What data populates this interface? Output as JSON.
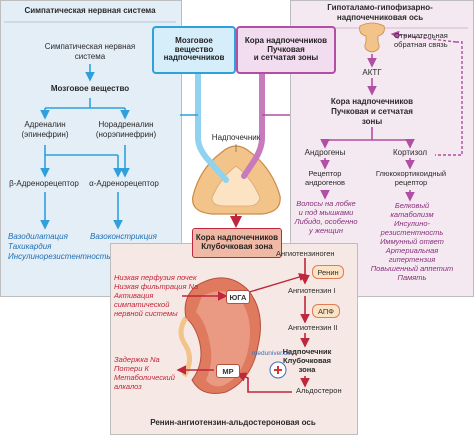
{
  "sympathetic": {
    "header": "Симпатическая нервная система",
    "source_line1": "Симпатическая нервная",
    "source_line2": "система",
    "medulla": "Мозговое вещество",
    "adrenaline_line1": "Адреналин",
    "adrenaline_line2": "(эпинефрин)",
    "noradrenaline_line1": "Норадреналин",
    "noradrenaline_line2": "(норэпинефрин)",
    "beta_receptor": "β-Адренорецептор",
    "alpha_receptor": "α-Адренорецептор",
    "effect_beta_line1": "Вазодилатация",
    "effect_beta_line2": "Тахикардия",
    "effect_beta_line3": "Инсулинорезистентность",
    "effect_alpha": "Вазоконстрикция"
  },
  "center": {
    "medulla_box_line1": "Мозговое",
    "medulla_box_line2": "вещество",
    "medulla_box_line3": "надпочечников",
    "cortex_box_line1": "Кора надпочечников",
    "cortex_box_line2": "Пучковая",
    "cortex_box_line3": "и сетчатая зоны",
    "adrenal_label": "Надпочечник",
    "glom_box_line1": "Кора надпочечников",
    "glom_box_line2": "Клубочковая зона"
  },
  "hpa": {
    "header_line1": "Гипоталамо-гипофизарно-",
    "header_line2": "надпочечниковая ось",
    "feedback_line1": "Отрицательная",
    "feedback_line2": "обратная связь",
    "acth": "АКТГ",
    "cortex_line1": "Кора надпочечников",
    "cortex_line2": "Пучковая и сетчатая",
    "cortex_line3": "зоны",
    "androgens": "Андрогены",
    "cortisol": "Кортизол",
    "androgen_receptor_line1": "Рецептор",
    "androgen_receptor_line2": "андрогенов",
    "gluco_receptor_line1": "Глюкокортикоидный",
    "gluco_receptor_line2": "рецептор",
    "androgen_effects_line1": "Волосы на лобке",
    "androgen_effects_line2": "и под мышками",
    "androgen_effects_line3": "Либидо, особенно",
    "androgen_effects_line4": "у женщин",
    "cortisol_effects": [
      "Белковый",
      "катаболизм",
      "Инсулино-",
      "резистентность",
      "Иммунный ответ",
      "Артериальная",
      "гипертензия",
      "Повышенный аппетит",
      "Память"
    ]
  },
  "raas": {
    "angiotensinogen": "Ангиотензиноген",
    "renin": "Ренин",
    "angiotensin1": "Ангиотензин I",
    "ace": "АПФ",
    "angiotensin2": "Ангиотензин II",
    "glom_line1": "Надпочечник",
    "glom_line2": "Клубочковая",
    "glom_line3": "зона",
    "aldosterone": "Альдостерон",
    "jga": "ЮГА",
    "mr": "МР",
    "stimuli": [
      "Низкая перфузия почек",
      "Низкая фильтрация Na",
      "Активация",
      "симпатической",
      "нервной системы"
    ],
    "effects": [
      "Задержка Na",
      "Потери К",
      "Метаболический",
      "алкалоз"
    ],
    "footer": "Ренин-ангиотензин-альдостероновая ось",
    "watermark": "meduniver.com"
  },
  "colors": {
    "blue": "#2fa0dc",
    "purple": "#b24ea4",
    "red": "#c0263c",
    "salmon": "#e8876e",
    "panel_left": "#e4eef7",
    "panel_right": "#f4e9f1",
    "panel_bottom": "#f6e8e4"
  }
}
